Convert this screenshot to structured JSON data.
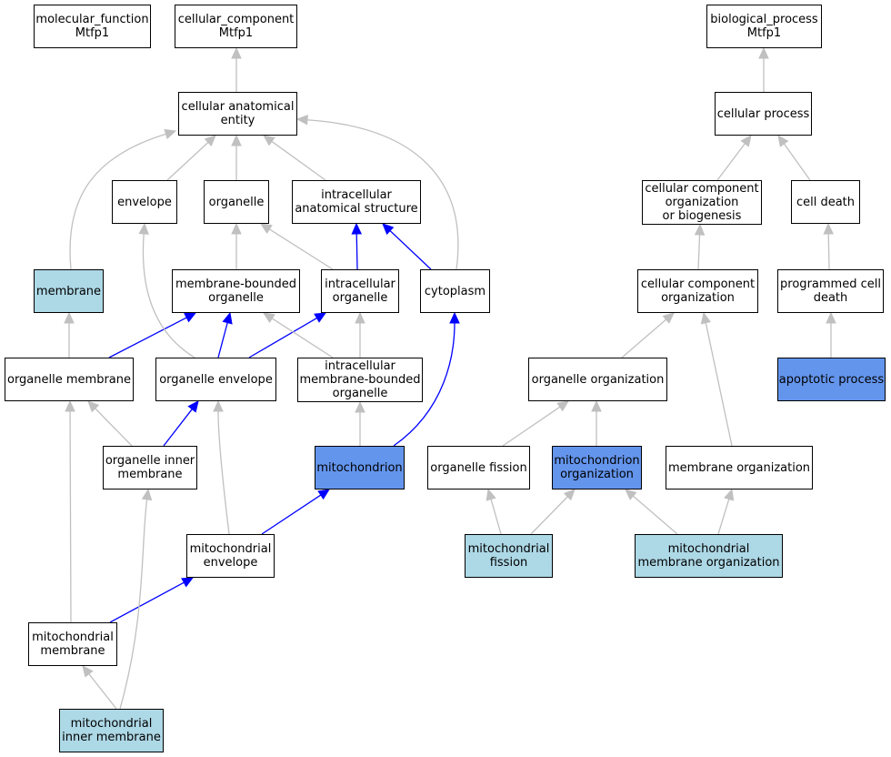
{
  "colors": {
    "edge_gray": "#c0c0c0",
    "edge_blue": "#0000ff",
    "node_light": "#add8e6",
    "node_dark": "#6495ed",
    "node_default": "#ffffff"
  },
  "nodes": {
    "molecular_function": [
      "molecular_function",
      "Mtfp1"
    ],
    "cellular_component": [
      "cellular_component",
      "Mtfp1"
    ],
    "biological_process": [
      "biological_process",
      "Mtfp1"
    ],
    "cellular_anatomical_entity": [
      "cellular anatomical",
      "entity"
    ],
    "envelope": [
      "envelope"
    ],
    "organelle": [
      "organelle"
    ],
    "intracellular_anatomical_structure": [
      "intracellular",
      "anatomical structure"
    ],
    "membrane": [
      "membrane"
    ],
    "membrane_bounded_organelle": [
      "membrane-bounded",
      "organelle"
    ],
    "intracellular_organelle": [
      "intracellular",
      "organelle"
    ],
    "cytoplasm": [
      "cytoplasm"
    ],
    "organelle_membrane": [
      "organelle membrane"
    ],
    "organelle_envelope": [
      "organelle envelope"
    ],
    "intracellular_membrane_bounded_organelle": [
      "intracellular",
      "membrane-bounded",
      "organelle"
    ],
    "organelle_inner_membrane": [
      "organelle inner",
      "membrane"
    ],
    "mitochondrion": [
      "mitochondrion"
    ],
    "mitochondrial_envelope": [
      "mitochondrial",
      "envelope"
    ],
    "mitochondrial_membrane": [
      "mitochondrial",
      "membrane"
    ],
    "mitochondrial_inner_membrane": [
      "mitochondrial",
      "inner membrane"
    ],
    "cellular_process": [
      "cellular process"
    ],
    "cellular_component_organization_or_biogenesis": [
      "cellular component",
      "organization",
      "or biogenesis"
    ],
    "cell_death": [
      "cell death"
    ],
    "cellular_component_organization": [
      "cellular component",
      "organization"
    ],
    "programmed_cell_death": [
      "programmed cell",
      "death"
    ],
    "organelle_organization": [
      "organelle organization"
    ],
    "apoptotic_process": [
      "apoptotic process"
    ],
    "organelle_fission": [
      "organelle fission"
    ],
    "mitochondrion_organization": [
      "mitochondrion",
      "organization"
    ],
    "membrane_organization": [
      "membrane organization"
    ],
    "mitochondrial_fission": [
      "mitochondrial",
      "fission"
    ],
    "mitochondrial_membrane_organization": [
      "mitochondrial",
      "membrane organization"
    ]
  },
  "highlights": {
    "light": [
      "membrane",
      "mitochondrial_inner_membrane",
      "mitochondrial_fission",
      "mitochondrial_membrane_organization"
    ],
    "dark": [
      "mitochondrion",
      "mitochondrion_organization",
      "apoptotic_process"
    ]
  },
  "edges": [
    {
      "from": "cellular_anatomical_entity",
      "to": "cellular_component",
      "color": "gray"
    },
    {
      "from": "envelope",
      "to": "cellular_anatomical_entity",
      "color": "gray"
    },
    {
      "from": "organelle",
      "to": "cellular_anatomical_entity",
      "color": "gray"
    },
    {
      "from": "intracellular_anatomical_structure",
      "to": "cellular_anatomical_entity",
      "color": "gray"
    },
    {
      "from": "membrane",
      "to": "cellular_anatomical_entity",
      "color": "gray"
    },
    {
      "from": "cytoplasm",
      "to": "cellular_anatomical_entity",
      "color": "gray"
    },
    {
      "from": "membrane_bounded_organelle",
      "to": "organelle",
      "color": "gray"
    },
    {
      "from": "intracellular_organelle",
      "to": "organelle",
      "color": "gray"
    },
    {
      "from": "intracellular_organelle",
      "to": "intracellular_anatomical_structure",
      "color": "blue"
    },
    {
      "from": "cytoplasm",
      "to": "intracellular_anatomical_structure",
      "color": "blue"
    },
    {
      "from": "organelle_membrane",
      "to": "membrane",
      "color": "gray"
    },
    {
      "from": "organelle_membrane",
      "to": "membrane_bounded_organelle",
      "color": "blue"
    },
    {
      "from": "organelle_envelope",
      "to": "envelope",
      "color": "gray"
    },
    {
      "from": "organelle_envelope",
      "to": "membrane_bounded_organelle",
      "color": "blue"
    },
    {
      "from": "organelle_envelope",
      "to": "intracellular_organelle",
      "color": "blue"
    },
    {
      "from": "intracellular_membrane_bounded_organelle",
      "to": "membrane_bounded_organelle",
      "color": "gray"
    },
    {
      "from": "intracellular_membrane_bounded_organelle",
      "to": "intracellular_organelle",
      "color": "gray"
    },
    {
      "from": "organelle_inner_membrane",
      "to": "organelle_membrane",
      "color": "gray"
    },
    {
      "from": "organelle_inner_membrane",
      "to": "organelle_envelope",
      "color": "blue"
    },
    {
      "from": "mitochondrion",
      "to": "intracellular_membrane_bounded_organelle",
      "color": "gray"
    },
    {
      "from": "mitochondrion",
      "to": "cytoplasm",
      "color": "blue"
    },
    {
      "from": "mitochondrial_envelope",
      "to": "organelle_envelope",
      "color": "gray"
    },
    {
      "from": "mitochondrial_envelope",
      "to": "mitochondrion",
      "color": "blue"
    },
    {
      "from": "mitochondrial_membrane",
      "to": "organelle_membrane",
      "color": "gray"
    },
    {
      "from": "mitochondrial_membrane",
      "to": "mitochondrial_envelope",
      "color": "blue"
    },
    {
      "from": "mitochondrial_inner_membrane",
      "to": "mitochondrial_membrane",
      "color": "gray"
    },
    {
      "from": "mitochondrial_inner_membrane",
      "to": "organelle_inner_membrane",
      "color": "gray"
    },
    {
      "from": "cellular_process",
      "to": "biological_process",
      "color": "gray"
    },
    {
      "from": "cellular_component_organization_or_biogenesis",
      "to": "cellular_process",
      "color": "gray"
    },
    {
      "from": "cell_death",
      "to": "cellular_process",
      "color": "gray"
    },
    {
      "from": "cellular_component_organization",
      "to": "cellular_component_organization_or_biogenesis",
      "color": "gray"
    },
    {
      "from": "programmed_cell_death",
      "to": "cell_death",
      "color": "gray"
    },
    {
      "from": "apoptotic_process",
      "to": "programmed_cell_death",
      "color": "gray"
    },
    {
      "from": "organelle_organization",
      "to": "cellular_component_organization",
      "color": "gray"
    },
    {
      "from": "membrane_organization",
      "to": "cellular_component_organization",
      "color": "gray"
    },
    {
      "from": "organelle_fission",
      "to": "organelle_organization",
      "color": "gray"
    },
    {
      "from": "mitochondrion_organization",
      "to": "organelle_organization",
      "color": "gray"
    },
    {
      "from": "mitochondrial_fission",
      "to": "organelle_fission",
      "color": "gray"
    },
    {
      "from": "mitochondrial_fission",
      "to": "mitochondrion_organization",
      "color": "gray"
    },
    {
      "from": "mitochondrial_membrane_organization",
      "to": "mitochondrion_organization",
      "color": "gray"
    },
    {
      "from": "mitochondrial_membrane_organization",
      "to": "membrane_organization",
      "color": "gray"
    }
  ]
}
